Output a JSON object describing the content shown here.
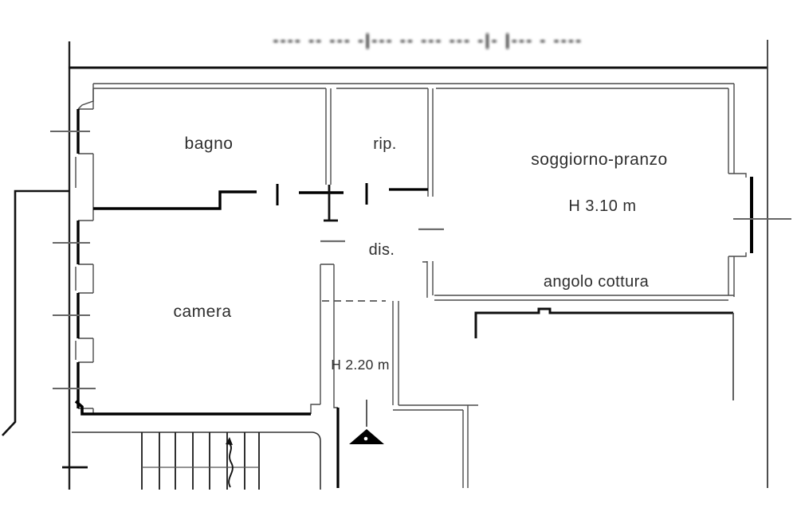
{
  "title": {
    "redacted_text": "---- -- --- -|--- -- ---   --- -|- |--- -  ----"
  },
  "labels": {
    "bagno": "bagno",
    "rip": "rip.",
    "soggiorno": "soggiorno-pranzo",
    "soggiorno_height": "H 3.10 m",
    "angolo_cottura": "angolo cottura",
    "dis": "dis.",
    "camera": "camera",
    "corridor_height": "H 2.20 m"
  },
  "colors": {
    "thick_wall": "#0f0f0f",
    "thin_wall": "#4a4a4a",
    "marker_gray": "#6b6b6b",
    "background": "#ffffff"
  }
}
